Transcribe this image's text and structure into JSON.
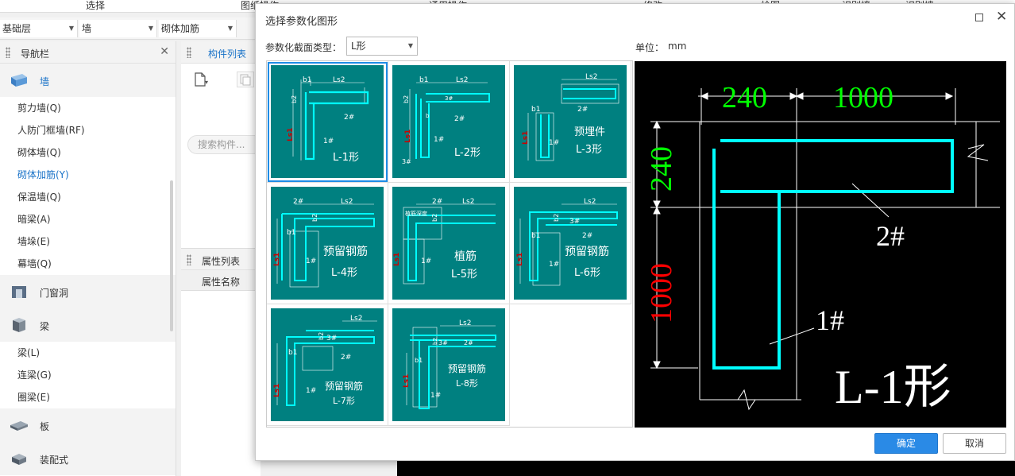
{
  "app": {
    "top_labels": [
      "选择",
      "图纸操作",
      "通用操作",
      "修改",
      "绘图",
      "识别墙",
      "识别墙"
    ],
    "floor_select": "基础层",
    "category_select": "墙",
    "type_select": "砌体加筋"
  },
  "nav": {
    "title": "导航栏",
    "wall_cat": "墙",
    "wall_items": [
      "剪力墙(Q)",
      "人防门框墙(RF)",
      "砌体墙(Q)",
      "砌体加筋(Y)",
      "保温墙(Q)",
      "暗梁(A)",
      "墙垛(E)",
      "幕墙(Q)"
    ],
    "door_cat": "门窗洞",
    "beam_cat": "梁",
    "beam_items": [
      "梁(L)",
      "连梁(G)",
      "圈梁(E)"
    ],
    "slab_cat": "板",
    "prefab_cat": "装配式"
  },
  "components": {
    "tab": "构件列表",
    "search_placeholder": "搜索构件...",
    "props_title": "属性列表",
    "props_col": "属性名称"
  },
  "dialog": {
    "title": "选择参数化图形",
    "type_label": "参数化截面类型：",
    "type_value": "L形",
    "unit_label": "单位：",
    "unit_value": "mm",
    "ok": "确定",
    "cancel": "取消"
  },
  "shapes": [
    {
      "name": "L-1形",
      "caption": ""
    },
    {
      "name": "L-2形",
      "caption": ""
    },
    {
      "name": "L-3形",
      "caption": "预埋件"
    },
    {
      "name": "L-4形",
      "caption": "预留钢筋"
    },
    {
      "name": "L-5形",
      "caption": "植筋"
    },
    {
      "name": "L-6形",
      "caption": "预留钢筋"
    },
    {
      "name": "L-7形",
      "caption": "预留钢筋"
    },
    {
      "name": "L-8形",
      "caption": "预留钢筋"
    }
  ],
  "thumb_labels": {
    "b1": "b1",
    "b2": "b2",
    "ls1": "Ls1",
    "ls2": "Ls2",
    "bar1": "1#",
    "bar2": "2#",
    "bar3": "3#",
    "b": "b",
    "plant_depth": "植筋深度"
  },
  "preview": {
    "dim_top_left": "240",
    "dim_top_right": "1000",
    "dim_left_top": "240",
    "dim_left_bottom": "1000",
    "bar2": "2#",
    "bar1": "1#",
    "shape_name": "L-1形",
    "colors": {
      "dim_green": "#00ff00",
      "dim_red": "#ff0000",
      "rebar": "#00ffff",
      "line": "#ffffff"
    }
  }
}
